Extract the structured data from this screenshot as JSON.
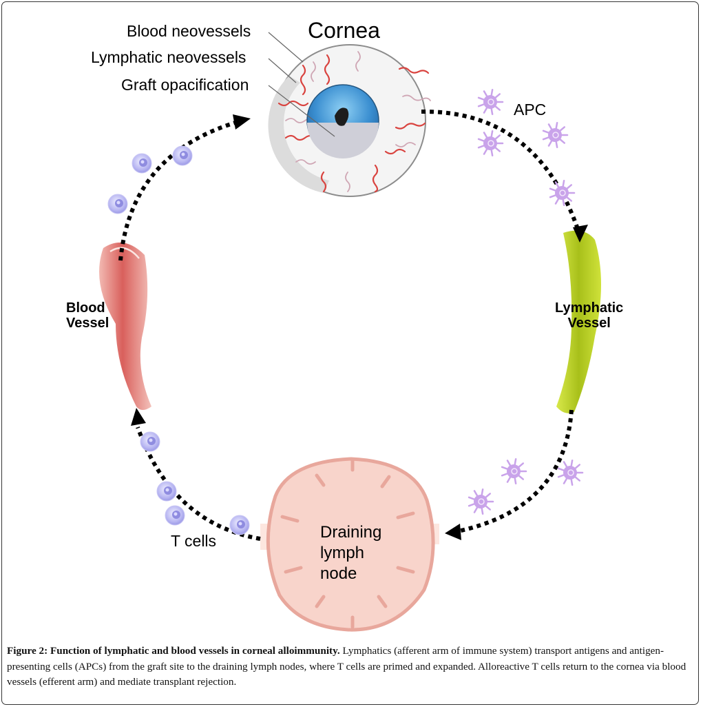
{
  "figure": {
    "title": "Cornea",
    "cornea_labels": {
      "blood_neovessels": "Blood neovessels",
      "lymphatic_neovessels": "Lymphatic neovessels",
      "graft_opacification": "Graft opacification"
    },
    "apc_label": "APC",
    "lymphatic_vessel_label": [
      "Lymphatic",
      "Vessel"
    ],
    "blood_vessel_label": [
      "Blood",
      "Vessel"
    ],
    "lymph_node_label": [
      "Draining",
      "lymph",
      "node"
    ],
    "t_cells_label": "T cells",
    "colors": {
      "blood_vessel": "#d9736f",
      "lymphatic_vessel": "#c2d422",
      "lymph_node": "#f6cdc4",
      "apc": "#c9a3ea",
      "t_cell": "#a9a7ee",
      "iris": "#3e8cc8",
      "neovessel_blood": "#d9433f",
      "neovessel_lymph": "#cfa6b4",
      "flow_arrow": "#000000"
    }
  },
  "caption": {
    "label": "Figure 2:",
    "title": "Function of lymphatic and blood vessels in corneal alloimmunity.",
    "body": "Lymphatics (afferent arm of immune system) transport antigens and antigen-presenting cells (APCs) from the graft site to the draining lymph nodes, where T cells are primed and expanded. Alloreactive T cells return to the cornea via blood vessels (efferent arm) and mediate transplant rejection."
  }
}
